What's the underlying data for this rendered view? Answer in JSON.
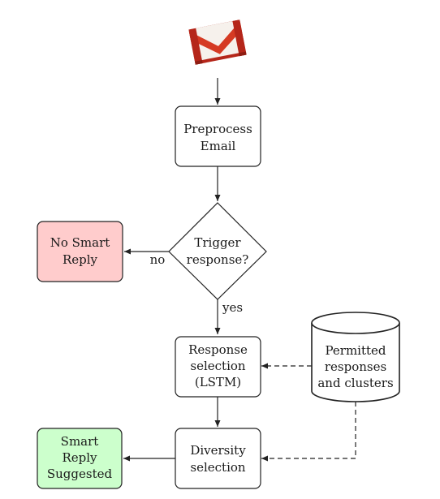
{
  "diagram": {
    "nodes": {
      "email_icon": {
        "icon": "gmail-envelope-icon",
        "color": "#c9301c"
      },
      "preprocess": {
        "lines": [
          "Preprocess",
          "Email"
        ]
      },
      "trigger": {
        "lines": [
          "Trigger",
          "response?"
        ]
      },
      "no_reply": {
        "lines": [
          "No Smart",
          "Reply"
        ],
        "fill": "#ffcccc"
      },
      "response_selection": {
        "lines": [
          "Response",
          "selection",
          "(LSTM)"
        ]
      },
      "permitted": {
        "lines": [
          "Permitted",
          "responses",
          "and clusters"
        ]
      },
      "diversity": {
        "lines": [
          "Diversity",
          "selection"
        ]
      },
      "suggested": {
        "lines": [
          "Smart",
          "Reply",
          "Suggested"
        ],
        "fill": "#ccffcc"
      }
    },
    "edge_labels": {
      "no": "no",
      "yes": "yes"
    }
  }
}
